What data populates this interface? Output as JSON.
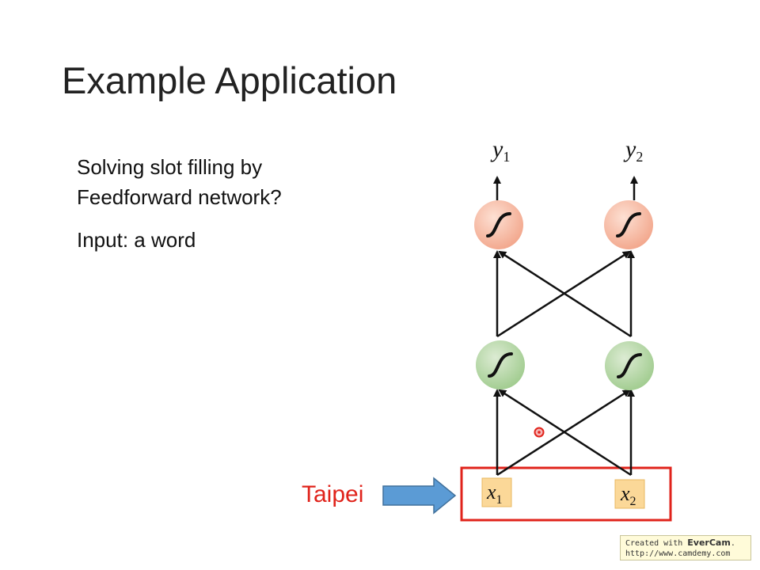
{
  "slide": {
    "title": "Example Application",
    "bullets": [
      {
        "lines": [
          "Solving slot filling by",
          "Feedforward network?"
        ]
      },
      {
        "lines": [
          "Input: a word"
        ]
      }
    ]
  },
  "diagram": {
    "output_labels": [
      {
        "var": "y",
        "sub": "1"
      },
      {
        "var": "y",
        "sub": "2"
      }
    ],
    "input_labels": [
      {
        "var": "x",
        "sub": "1"
      },
      {
        "var": "x",
        "sub": "2"
      }
    ],
    "input_word": "Taipei",
    "colors": {
      "output_neuron": "#f2a58a",
      "hidden_neuron": "#9fcb8d",
      "input_box": "#fbd898",
      "input_frame": "#e0231b",
      "arrow": "#5b9bd5",
      "word": "#e0231b"
    }
  },
  "watermark": {
    "prefix": "Created with ",
    "brand": "EverCam",
    "suffix": ".",
    "url": "http://www.camdemy.com"
  }
}
